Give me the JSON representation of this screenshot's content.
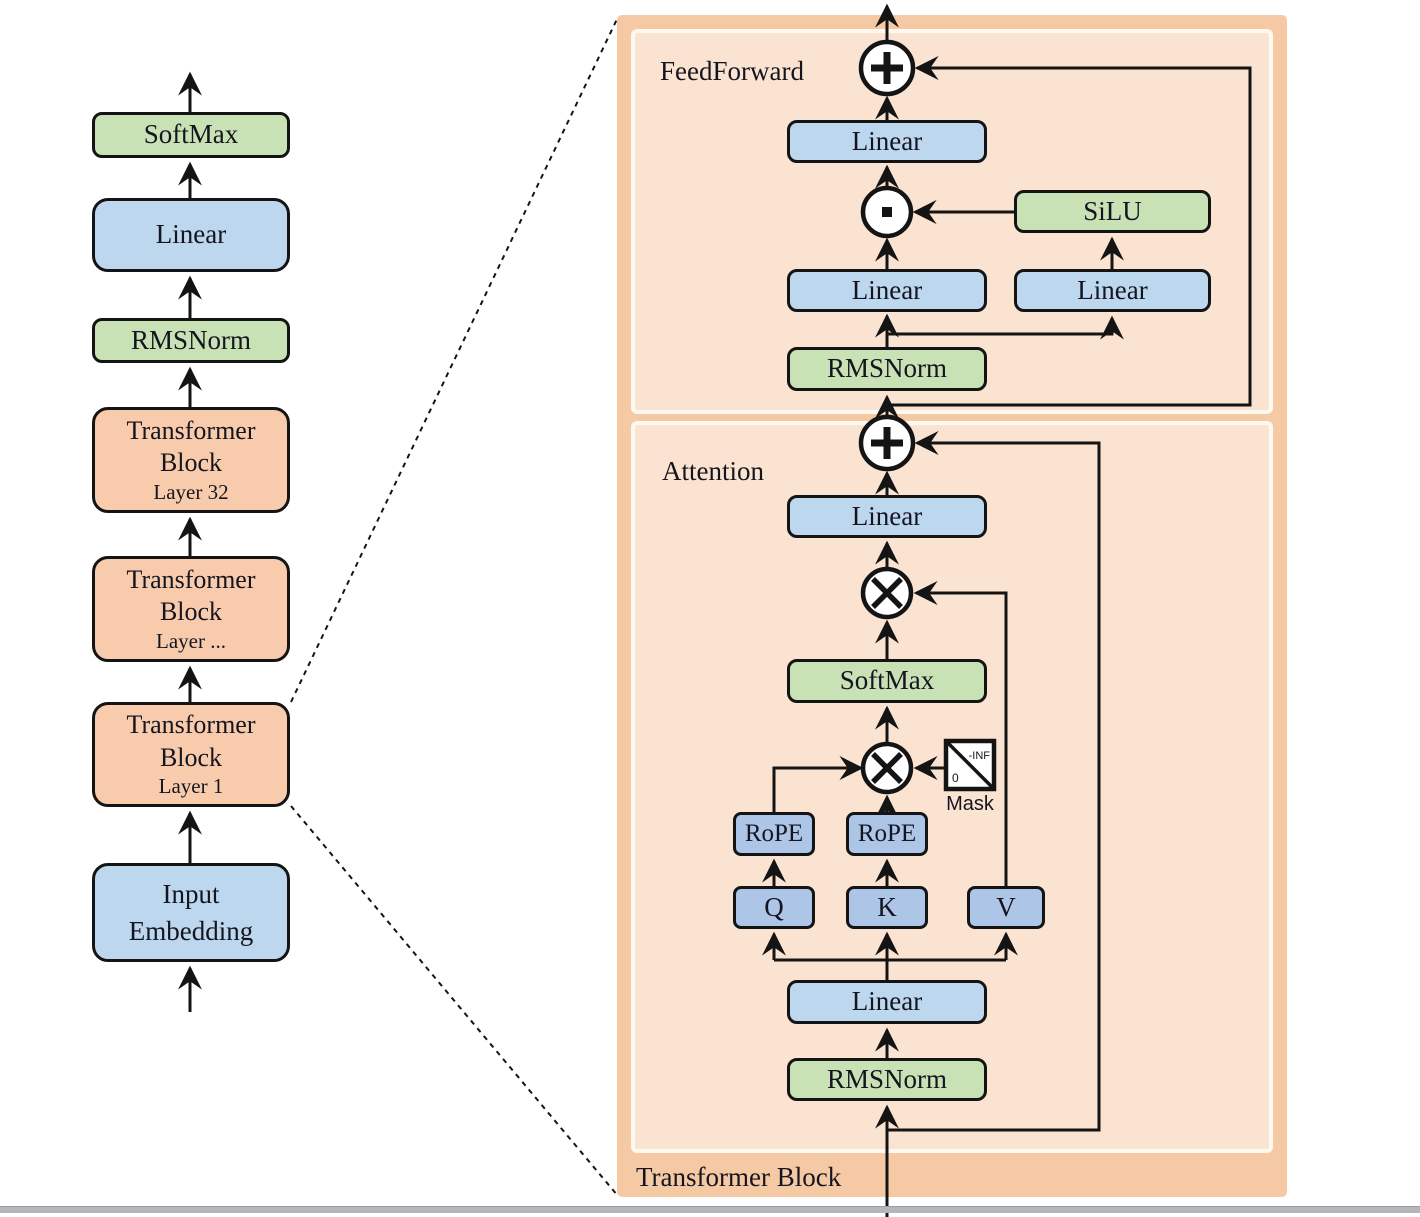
{
  "left_column": {
    "blocks": [
      {
        "label": "SoftMax"
      },
      {
        "label": "Linear"
      },
      {
        "label": "RMSNorm"
      },
      {
        "label": "Transformer Block",
        "sublabel": "Layer 32"
      },
      {
        "label": "Transformer Block",
        "sublabel": "Layer ..."
      },
      {
        "label": "Transformer Block",
        "sublabel": "Layer 1"
      },
      {
        "label": "Input Embedding"
      }
    ]
  },
  "panel": {
    "bottom_label": "Transformer Block",
    "feedforward": {
      "section_label": "FeedForward",
      "linear_out": "Linear",
      "silu": "SiLU",
      "linear_left": "Linear",
      "linear_right": "Linear",
      "rmsnorm": "RMSNorm"
    },
    "attention": {
      "section_label": "Attention",
      "linear_out": "Linear",
      "softmax": "SoftMax",
      "rope_q": "RoPE",
      "rope_k": "RoPE",
      "q_label": "Q",
      "k_label": "K",
      "v_label": "V",
      "mask_label": "Mask",
      "mask_neg_inf": "-INF",
      "mask_zero": "0",
      "linear_in": "Linear",
      "rmsnorm": "RMSNorm"
    }
  },
  "colors": {
    "green_box": "#c8e2b5",
    "blue_box": "#bdd7ee",
    "qkv_blue_box": "#adc6e8",
    "orange_block": "#f8cbad",
    "panel_outer": "#f5c9a3",
    "panel_inner": "#fbe3d2",
    "line": "#141414"
  }
}
